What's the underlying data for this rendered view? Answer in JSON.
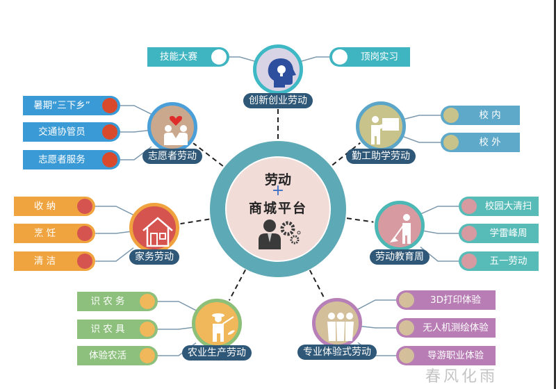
{
  "center": {
    "line1": "劳动",
    "plus": "+",
    "line2": "商城平台",
    "icon": "businessman-gears-icon"
  },
  "colors": {
    "pill": "#2f5878",
    "center_ring": "#5ea9b6",
    "center_fill": "#f1dcd8"
  },
  "hubs": [
    {
      "id": "innovation",
      "label": "创新创业劳动",
      "icon": "lightbulb-head-icon",
      "ring": "#3db8c4",
      "fill": "#d8d4e6",
      "leafColor": "#40b5c2",
      "dotColor": "#ffffff",
      "leaves": [
        {
          "label": "技能大赛"
        },
        {
          "label": "顶岗实习"
        }
      ]
    },
    {
      "id": "volunteer",
      "label": "志愿者劳动",
      "icon": "handshake-heart-icon",
      "ring": "#4a9fd8",
      "fill": "#c9a88e",
      "leafColor": "#3a9ad6",
      "dotColor": "#d9492c",
      "leaves": [
        {
          "label": "暑期“三下乡”"
        },
        {
          "label": "交通协管员"
        },
        {
          "label": "志愿者服务"
        }
      ]
    },
    {
      "id": "work-study",
      "label": "勤工助学劳动",
      "icon": "teacher-board-icon",
      "ring": "#5aa5c8",
      "fill": "#c8c38a",
      "leafColor": "#5ea8c9",
      "dotColor": "#c8c38a",
      "leaves": [
        {
          "label": "校 内"
        },
        {
          "label": "校 外"
        }
      ]
    },
    {
      "id": "housework",
      "label": "家务劳动",
      "icon": "house-icon",
      "ring": "#efa23e",
      "fill": "#d6544f",
      "leafColor": "#f0a440",
      "dotColor": "#d6544f",
      "leaves": [
        {
          "label": "收 纳"
        },
        {
          "label": "烹 饪"
        },
        {
          "label": "清 洁"
        }
      ]
    },
    {
      "id": "labor-week",
      "label": "劳动教育周",
      "icon": "sweeping-person-icon",
      "ring": "#4bb8b5",
      "fill": "#d79aa0",
      "leafColor": "#57bcb8",
      "dotColor": "#d79aa0",
      "leaves": [
        {
          "label": "校园大清扫"
        },
        {
          "label": "学雷峰周"
        },
        {
          "label": "五一劳动"
        }
      ]
    },
    {
      "id": "agriculture",
      "label": "农业生产劳动",
      "icon": "farmer-icon",
      "ring": "#8cbf78",
      "fill": "#f0b85a",
      "leafColor": "#8cc07c",
      "dotColor": "#f0b85a",
      "leaves": [
        {
          "label": "识 农 务"
        },
        {
          "label": "识 农 具"
        },
        {
          "label": "体验农活"
        }
      ]
    },
    {
      "id": "professional",
      "label": "专业体验式劳动",
      "icon": "group-people-icon",
      "ring": "#b67fb8",
      "fill": "#d3c09a",
      "leafColor": "#b87db4",
      "dotColor": "#d3c09a",
      "leaves": [
        {
          "label": "3D打印体验"
        },
        {
          "label": "无人机测绘体验"
        },
        {
          "label": "导游职业体验"
        }
      ]
    }
  ],
  "watermark": "春风化雨"
}
